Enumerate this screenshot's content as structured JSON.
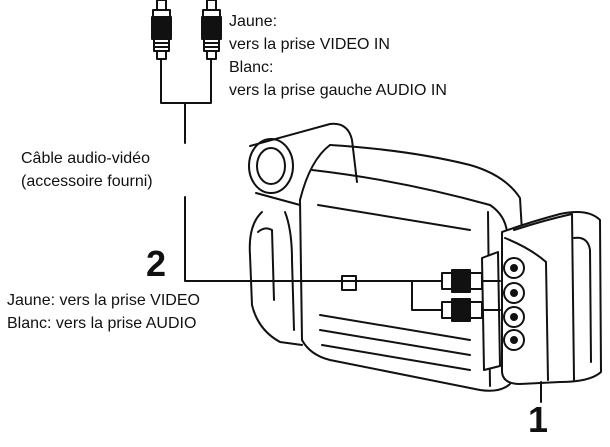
{
  "top_plugs": {
    "line1": "Jaune:",
    "line2": "vers la prise VIDEO IN",
    "line3": "Blanc:",
    "line4": "vers la prise gauche AUDIO IN"
  },
  "cable": {
    "line1": "Câble audio-vidéo",
    "line2": "(accessoire fourni)"
  },
  "camera_jacks": {
    "line1": "Jaune: vers la prise VIDEO",
    "line2": "Blanc: vers la prise AUDIO"
  },
  "steps": {
    "step1": "1",
    "step2": "2"
  }
}
